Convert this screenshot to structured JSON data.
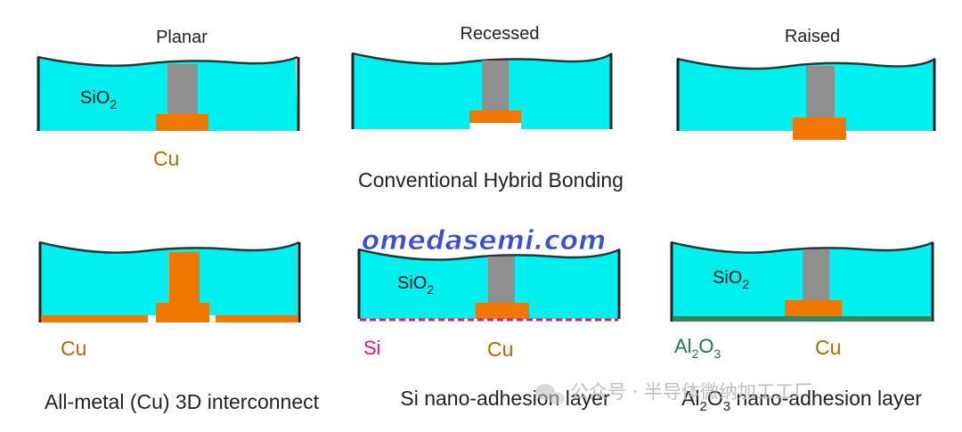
{
  "headings": {
    "planar": "Planar",
    "recessed": "Recessed",
    "raised": "Raised"
  },
  "labels": {
    "sio2": "SiO",
    "sio2_sub": "2",
    "cu": "Cu",
    "si": "Si",
    "al2o3": {
      "a": "Al",
      "s1": "2",
      "b": "O",
      "s2": "3"
    }
  },
  "captions": {
    "conventional": "Conventional Hybrid Bonding",
    "all_metal": "All-metal (Cu) 3D interconnect",
    "si_layer": "Si nano-adhesion layer",
    "al2o3_layer": {
      "a": "Al",
      "s1": "2",
      "b": "O",
      "s2": "3",
      "rest": " nano-adhesion layer"
    }
  },
  "watermark": {
    "site": "omedasemi.com",
    "account": "公众号 · 半导体微纳加工工厂"
  },
  "colors": {
    "oxide": "#00f0f0",
    "copper": "#f07800",
    "via": "#909090",
    "si_layer": "#e3167a",
    "al2o3_layer": "#2e8b57",
    "cu_text": "#a86f00"
  }
}
